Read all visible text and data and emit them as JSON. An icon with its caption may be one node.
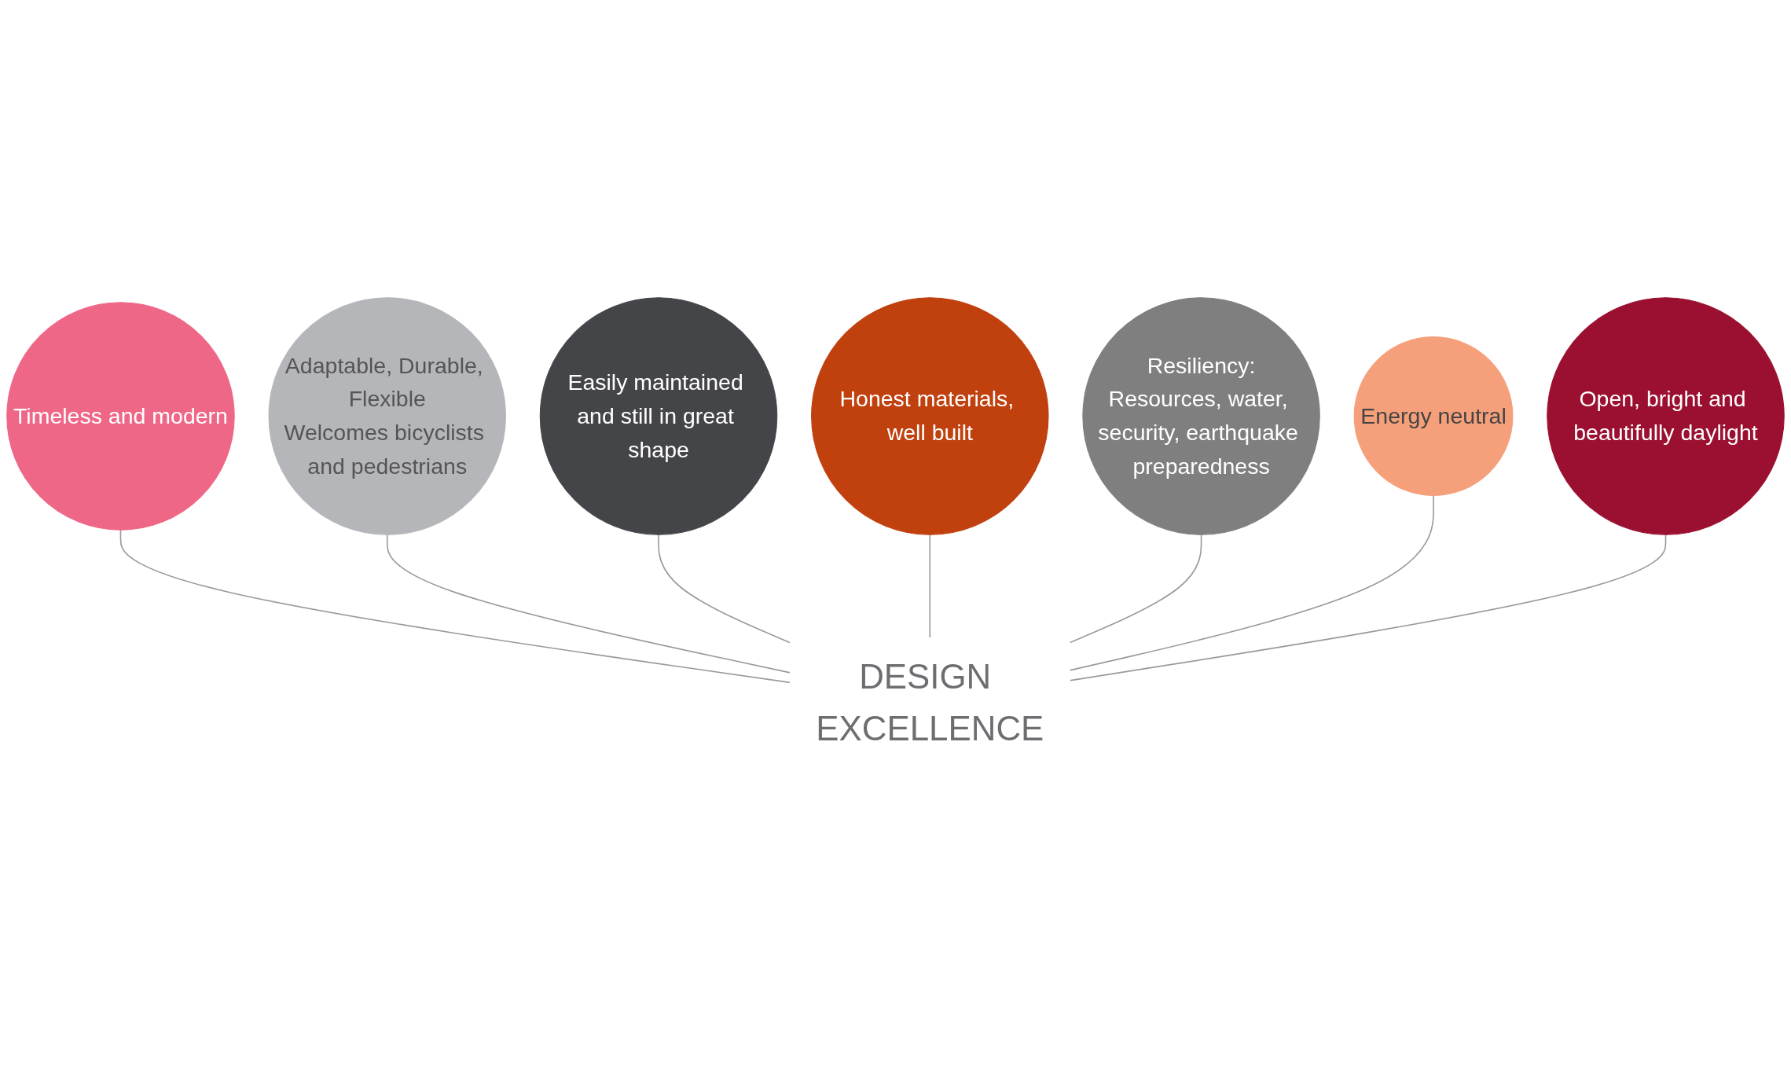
{
  "diagram": {
    "nodes": [
      {
        "text": [
          "DESIGN EXCELLENCE"
        ]
      },
      {
        "text": [
          "Timeless and modern"
        ]
      },
      {
        "text": [
          "Adaptable, Durable, Flexible",
          "Welcomes bicyclists and pedestrians"
        ]
      },
      {
        "text": [
          "Easily maintained and still in great shape"
        ]
      },
      {
        "text": [
          "Honest materials, well built"
        ]
      },
      {
        "text": [
          "Resiliency:",
          "Resources, water, security, earthquake preparedness"
        ]
      },
      {
        "text": [
          "Energy neutral"
        ]
      },
      {
        "text": [
          "Open, bright and beautifully daylight"
        ]
      }
    ],
    "edges": [
      {
        "from": 0,
        "to": 1,
        "arrow": "none"
      },
      {
        "from": 0,
        "to": 2,
        "arrow": "none"
      },
      {
        "from": 0,
        "to": 3,
        "arrow": "none"
      },
      {
        "from": 0,
        "to": 4,
        "arrow": "none"
      },
      {
        "from": 0,
        "to": 5,
        "arrow": "none"
      },
      {
        "from": 0,
        "to": 6,
        "arrow": "none"
      },
      {
        "from": 0,
        "to": 7,
        "arrow": "none"
      }
    ]
  }
}
